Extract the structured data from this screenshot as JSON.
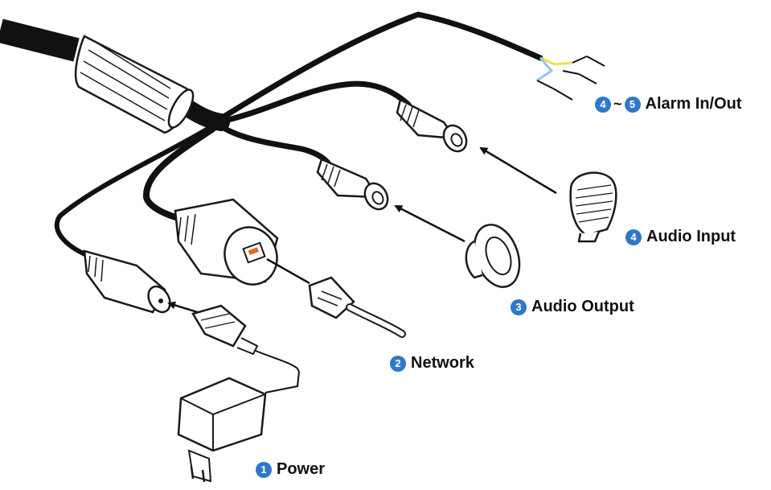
{
  "colors": {
    "badge": "#2f78c8",
    "cable": "#111111",
    "outline": "#1a1a1a",
    "fill": "#ffffff",
    "wire_yellow": "#f0e050",
    "wire_blue": "#8ec7ea",
    "rj45_port": "#e06a2a"
  },
  "labels": {
    "alarm": {
      "badge_from": "4",
      "separator": "~",
      "badge_to": "5",
      "text": "Alarm In/Out"
    },
    "audio_input": {
      "badge": "4",
      "text": "Audio Input"
    },
    "audio_output": {
      "badge": "3",
      "text": "Audio Output"
    },
    "network": {
      "badge": "2",
      "text": "Network"
    },
    "power": {
      "badge": "1",
      "text": "Power"
    }
  },
  "icons": [
    "cable-sleeve-icon",
    "rca-connector-icon",
    "microphone-icon",
    "speaker-icon",
    "rj45-plug-icon",
    "dc-jack-icon",
    "dc-plug-icon",
    "power-adapter-icon",
    "arrow-icon"
  ]
}
